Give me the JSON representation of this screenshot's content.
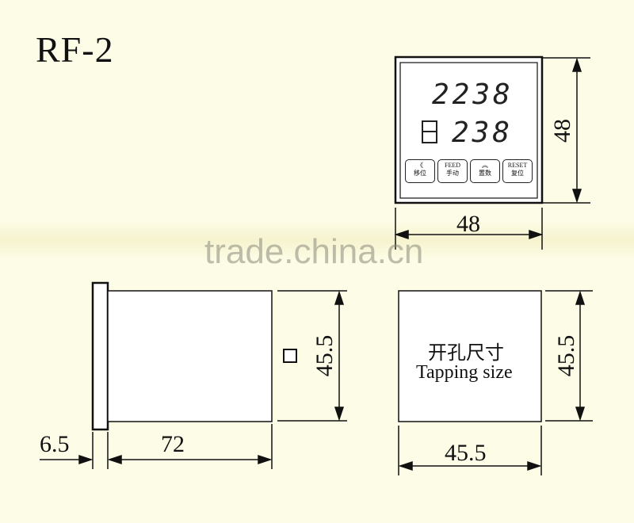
{
  "title": "RF-2",
  "watermark": "trade.china.cn",
  "front_panel": {
    "display_top": "2238",
    "display_bottom": "238",
    "buttons": [
      {
        "top": "《",
        "bottom": "移位"
      },
      {
        "top": "FEED",
        "bottom": "手动"
      },
      {
        "top": "︽",
        "bottom": "置数"
      },
      {
        "top": "RESET",
        "bottom": "复位"
      }
    ]
  },
  "dimensions": {
    "front_height": "48",
    "front_width": "48",
    "side_height": "45.5",
    "bezel_depth": "6.5",
    "body_depth": "72",
    "cutout_height": "45.5",
    "cutout_width": "45.5"
  },
  "cutout": {
    "label_cn": "开孔尺寸",
    "label_en": "Tapping size"
  }
}
